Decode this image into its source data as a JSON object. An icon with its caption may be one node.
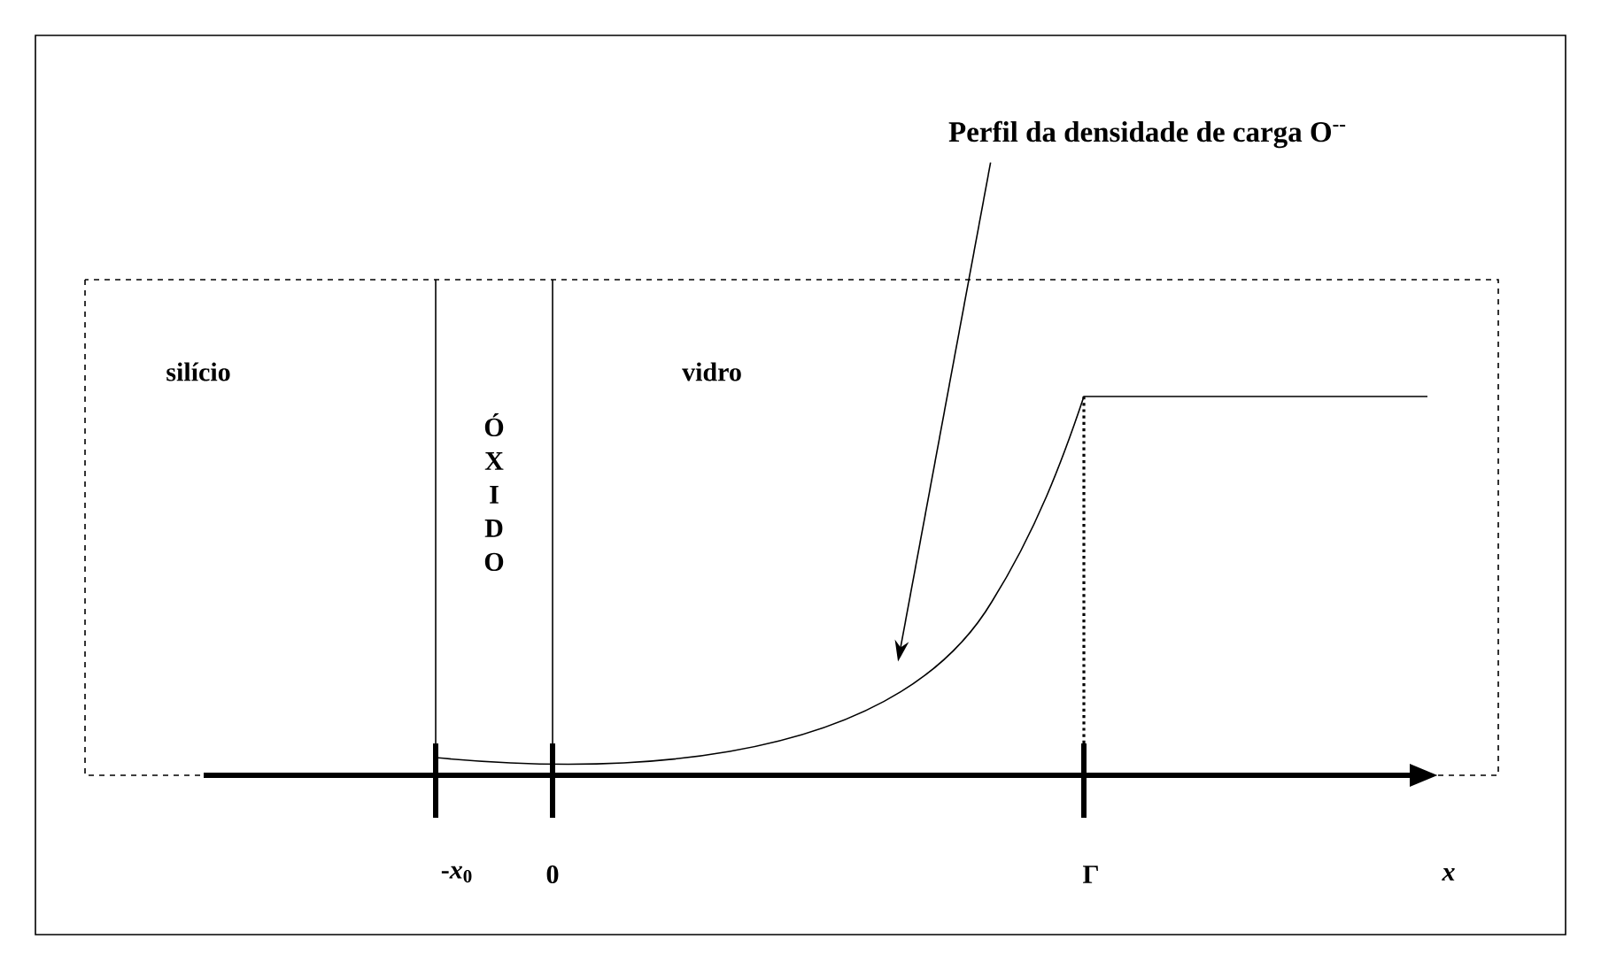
{
  "diagram": {
    "nodes": [
      {
        "text": [
          "Perfil da densidade de carga O$^{--}$"
        ]
      },
      {
        "text": [],
        "shape": "curve"
      }
    ],
    "edges": [
      {
        "from": 0,
        "to": 1,
        "arrow": "to"
      }
    ],
    "labels": [
      "silício",
      "Ó X I D O",
      "vidro",
      "-*x*$_{0}$",
      "0",
      "Γ",
      "x"
    ]
  }
}
